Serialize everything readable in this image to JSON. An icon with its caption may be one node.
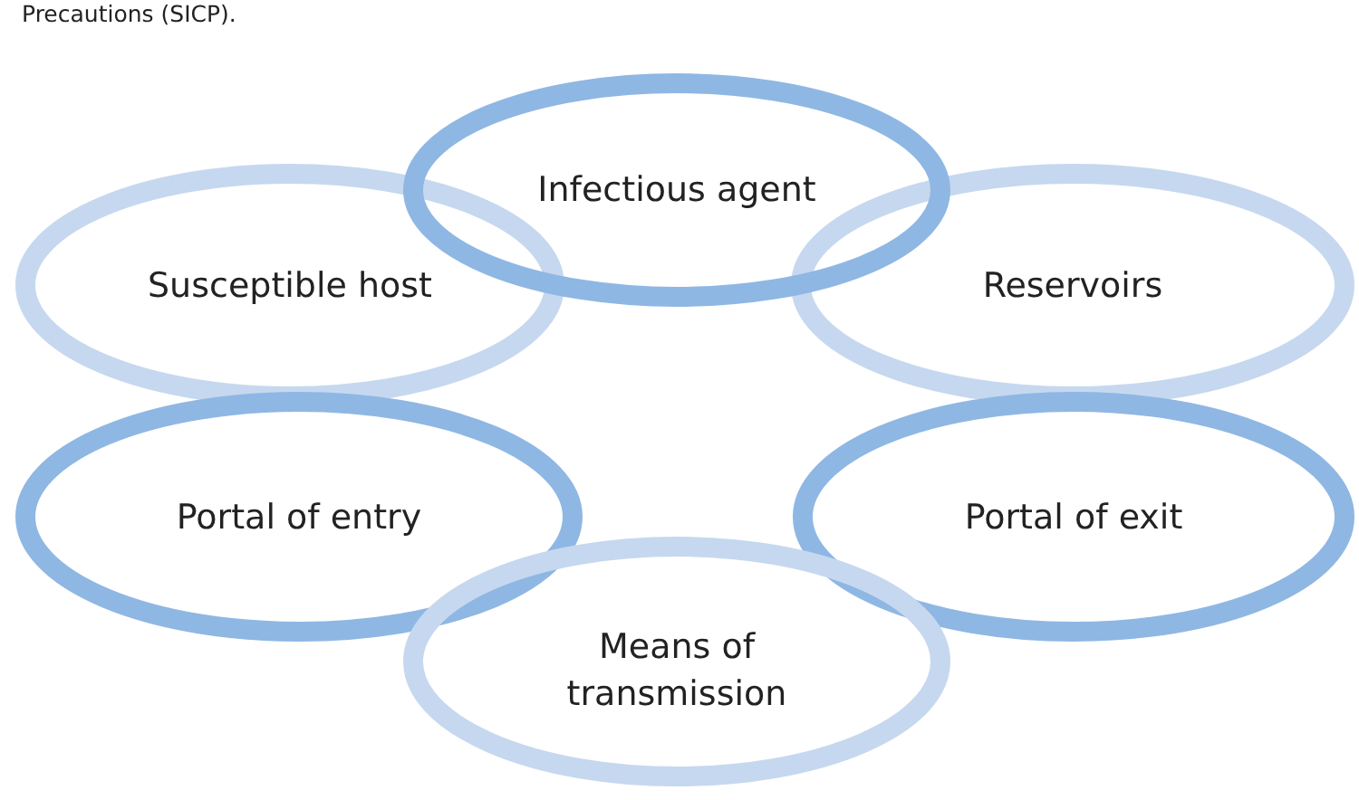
{
  "diagram": {
    "nodes": [
      {
        "text": [
          "Infectious agent"
        ]
      },
      {
        "text": [
          "Susceptible host"
        ]
      },
      {
        "text": [
          "Reservoirs"
        ]
      },
      {
        "text": [
          "Portal of entry"
        ]
      },
      {
        "text": [
          "Portal of exit"
        ]
      },
      {
        "text": [
          "Means of transmission"
        ]
      }
    ],
    "labels": [
      "Precautions (SICP)."
    ]
  }
}
